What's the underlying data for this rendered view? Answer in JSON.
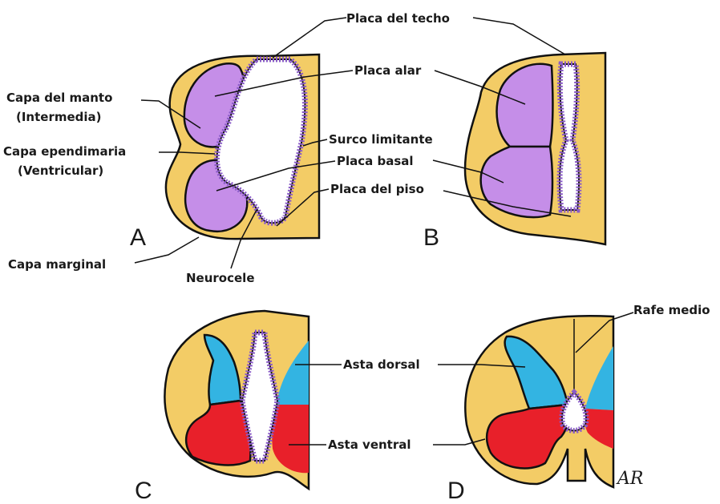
{
  "colors": {
    "marginal": "#f3cc66",
    "mantle": "#c58ee8",
    "dorsal_horn": "#33b4e2",
    "ventral_horn": "#e8202a",
    "ependyma": "#8a5cc7",
    "line": "#111111"
  },
  "panels": {
    "a": "A",
    "b": "B",
    "c": "C",
    "d": "D"
  },
  "labels": {
    "placa_techo": "Placa del techo",
    "placa_alar": "Placa alar",
    "capa_manto_1": "Capa del manto",
    "capa_manto_2": "(Intermedia)",
    "capa_ependimaria_1": "Capa ependimaria",
    "capa_ependimaria_2": "(Ventricular)",
    "surco_limitante": "Surco limitante",
    "placa_basal": "Placa basal",
    "placa_piso": "Placa del piso",
    "capa_marginal": "Capa marginal",
    "neurocele": "Neurocele",
    "rafe_medio": "Rafe medio",
    "asta_dorsal": "Asta dorsal",
    "asta_ventral": "Asta ventral"
  },
  "signature": "AR"
}
